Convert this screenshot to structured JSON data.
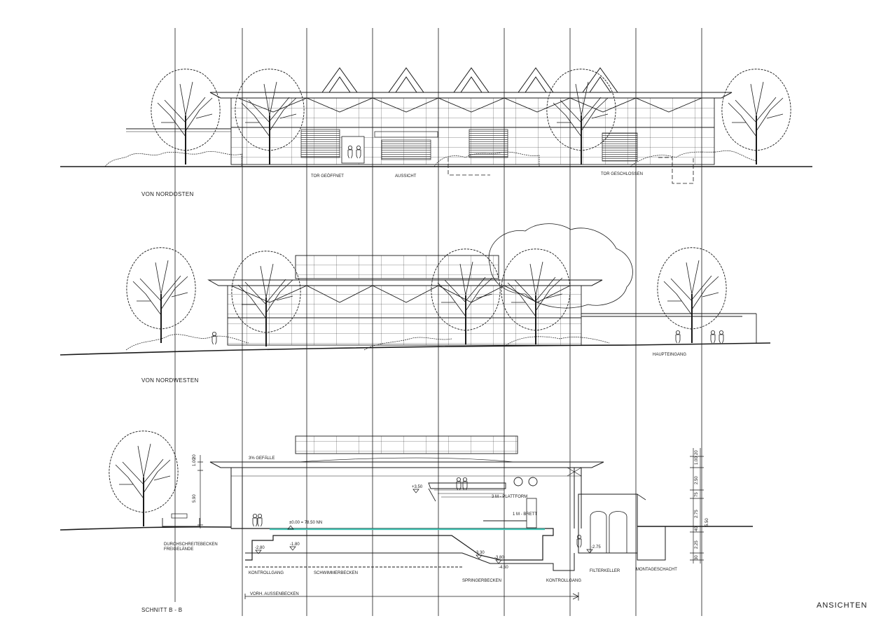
{
  "sheet_title": "ANSICHTEN",
  "views": {
    "northeast": {
      "title": "VON NORDOSTEN",
      "labels": {
        "tor_open": "TOR GEÖFFNET",
        "view": "AUSSICHT",
        "tor_closed": "TOR GESCHLOSSEN"
      }
    },
    "northwest": {
      "title": "VON NORDWESTEN",
      "labels": {
        "entrance": "HAUPTEINGANG"
      }
    },
    "section": {
      "title": "SCHNITT B - B",
      "labels": {
        "slope": "3% GEFÄLLE",
        "level_zero": "±0.00 = 78.50 NN",
        "platform": "3 M - PLATTFORM",
        "board": "1 M - BRETT",
        "plus_350": "+3.50",
        "minus_180": "-1.80",
        "minus_280": "-2.80",
        "minus_330": "-3.30",
        "minus_380": "-3.80",
        "minus_450": "-4.50",
        "minus_275": "-2.75",
        "footbath": "DURCHSCHREITEBECKEN",
        "outdoor": "FREIGELÄNDE",
        "control_left": "KONTROLLGANG",
        "pool": "SCHWIMMERBECKEN",
        "diving_pool": "SPRINGERBECKEN",
        "control_right": "KONTROLLGANG",
        "filter": "FILTERKELLER",
        "shaft": "MONTAGESCHACHT",
        "outdoor_pool": "VORH. AUSSENBECKEN"
      },
      "dims_left": [
        "1.00",
        "20",
        "5.90"
      ],
      "dims_right": [
        "20",
        "1.00",
        "2.50",
        "75",
        "2.75",
        "40",
        "2.25",
        "5.50",
        "30"
      ]
    }
  },
  "colors": {
    "ink": "#1a1a1a",
    "water": "#3fbfb0"
  }
}
